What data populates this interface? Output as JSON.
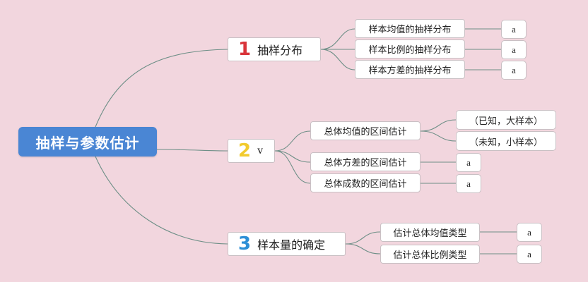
{
  "root": "抽样与参数估计",
  "branches": [
    {
      "number": "1",
      "number_color": "#d9343a",
      "title": "抽样分布",
      "children": [
        {
          "label": "样本均值的抽样分布",
          "leaves": [
            "a"
          ]
        },
        {
          "label": "样本比例的抽样分布",
          "leaves": [
            "a"
          ]
        },
        {
          "label": "样本方差的抽样分布",
          "leaves": [
            "a"
          ]
        }
      ]
    },
    {
      "number": "2",
      "number_color": "#f2cb2e",
      "title": "v",
      "children": [
        {
          "label": "总体均值的区间估计",
          "leaves": [
            "（已知，大样本）",
            "（未知，小样本）"
          ]
        },
        {
          "label": "总体方差的区间估计",
          "leaves": [
            "a"
          ]
        },
        {
          "label": "总体成数的区间估计",
          "leaves": [
            "a"
          ]
        }
      ]
    },
    {
      "number": "3",
      "number_color": "#2d8fd6",
      "title": "样本量的确定",
      "children": [
        {
          "label": "估计总体均值类型",
          "leaves": [
            "a"
          ]
        },
        {
          "label": "估计总体比例类型",
          "leaves": [
            "a"
          ]
        }
      ]
    }
  ],
  "colors": {
    "background": "#f2d6de",
    "root_fill": "#4a86d4",
    "line": "#6e8f87"
  }
}
